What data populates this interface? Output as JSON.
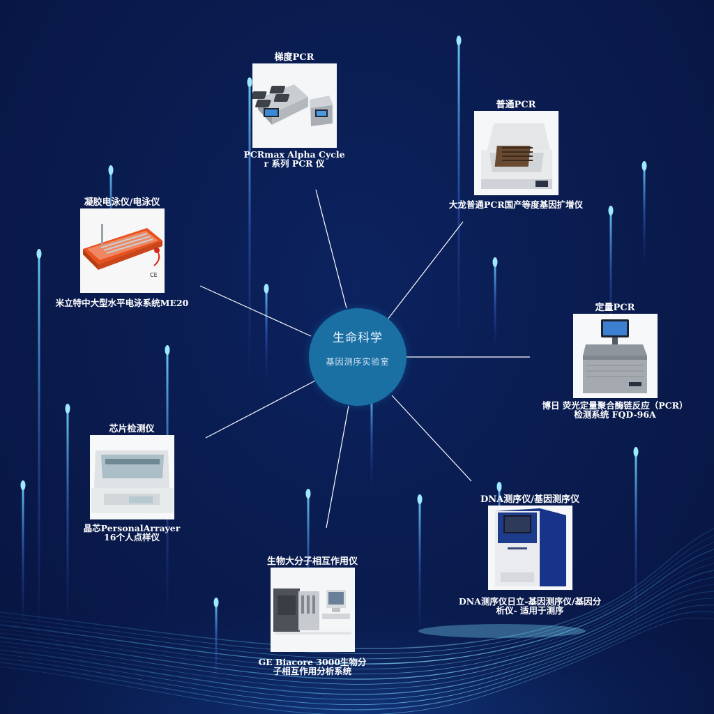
{
  "hub": {
    "title": "生命科学",
    "subtitle": "基因测序实验室"
  },
  "nodes": {
    "gradient_pcr": {
      "category": "梯度PCR",
      "desc_lines": [
        "PCRmax Alpha Cycle",
        "r 系列 PCR 仪"
      ],
      "icon": "pcr-cycler-image"
    },
    "normal_pcr": {
      "category": "普通PCR",
      "desc_lines": [
        "大龙普通PCR国产等度基因扩增仪"
      ],
      "icon": "thermal-cycler-image"
    },
    "qpcr": {
      "category": "定量PCR",
      "desc_lines": [
        "博日 荧光定量聚合酶链反应（PCR）",
        "检测系统 FQD-96A"
      ],
      "icon": "qpcr-instrument-image"
    },
    "dna_seq": {
      "category": "DNA测序仪/基因测序仪",
      "desc_lines": [
        "DNA测序仪日立-基因测序仪/基因分",
        "析仪- 适用于测序"
      ],
      "icon": "dna-sequencer-image"
    },
    "biomolecular": {
      "category": "生物大分子相互作用仪",
      "desc_lines": [
        "GE Biacore 3000生物分",
        "子相互作用分析系统"
      ],
      "icon": "biacore-system-image"
    },
    "chip": {
      "category": "芯片检测仪",
      "desc_lines": [
        "晶芯PersonalArrayer",
        "16个人点样仪"
      ],
      "icon": "chip-arrayer-image"
    },
    "gel": {
      "category": "凝胶电泳仪/电泳仪",
      "desc_lines": [
        "米立特中大型水平电泳系统ME20"
      ],
      "icon": "gel-electrophoresis-image"
    }
  },
  "colors": {
    "background": "#0a1c50",
    "hub": "#1a6fa3",
    "connector": "#ffffff",
    "glow": "#4fc3f7"
  }
}
